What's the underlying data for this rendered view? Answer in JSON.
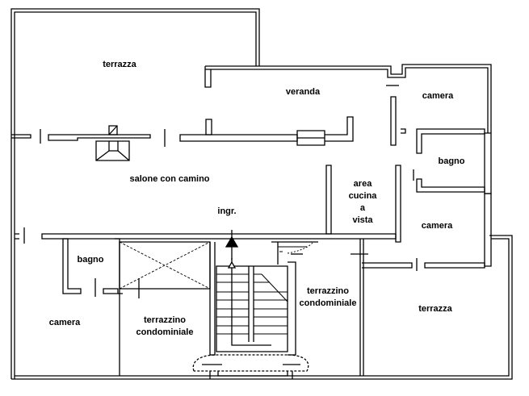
{
  "rooms": {
    "terrazza_top": "terrazza",
    "veranda": "veranda",
    "camera_top_right": "camera",
    "bagno_right": "bagno",
    "salone": "salone con camino",
    "cucina_1": "area",
    "cucina_2": "cucina",
    "cucina_3": "a",
    "cucina_4": "vista",
    "ingresso": "ingr.",
    "camera_mid_right": "camera",
    "bagno_left": "bagno",
    "terrazzino_right_1": "terrazzino",
    "terrazzino_right_2": "condominiale",
    "terrazza_bottom_right": "terrazza",
    "camera_bottom_left": "camera",
    "terrazzino_left_1": "terrazzino",
    "terrazzino_left_2": "condominiale"
  },
  "colors": {
    "wall": "#000000",
    "background": "#ffffff"
  }
}
